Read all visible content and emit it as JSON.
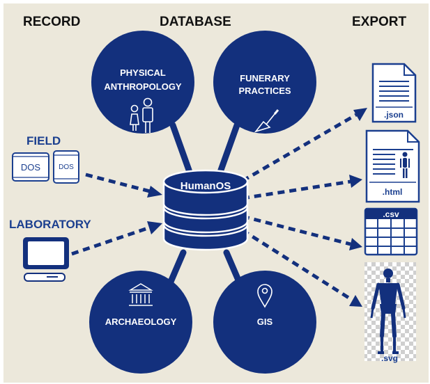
{
  "headers": {
    "record": "RECORD",
    "database": "DATABASE",
    "export": "EXPORT"
  },
  "sources": {
    "field": "FIELD",
    "laboratory": "LABORATORY",
    "dos_large": "DOS",
    "dos_small": "DOS"
  },
  "database": {
    "name": "HumanOS"
  },
  "modules": {
    "physical_line1": "PHYSICAL",
    "physical_line2": "ANTHROPOLOGY",
    "funerary_line1": "FUNERARY",
    "funerary_line2": "PRACTICES",
    "archaeology": "ARCHAEOLOGY",
    "gis": "GIS"
  },
  "exports": {
    "json": ".json",
    "html": ".html",
    "csv": ".csv",
    "svg": ".svg"
  },
  "colors": {
    "primary": "#13307d",
    "background": "#ece8db",
    "icon_blue": "#1b3f8f",
    "text": "#111111"
  }
}
